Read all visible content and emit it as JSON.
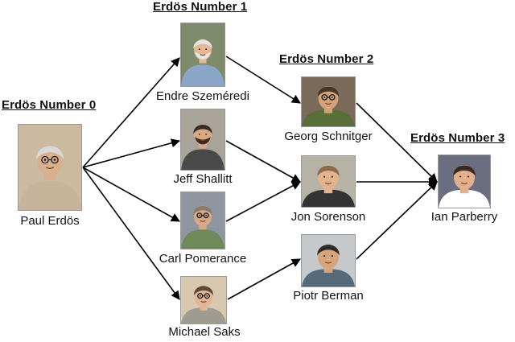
{
  "headers": {
    "n0": "Erdös Number 0",
    "n1": "Erdös Number 1",
    "n2": "Erdös Number 2",
    "n3": "Erdös Number 3"
  },
  "people": {
    "erdos": "Paul Erdös",
    "szemeredi": "Endre Szeméredi",
    "shallitt": "Jeff Shallitt",
    "pomerance": "Carl Pomerance",
    "saks": "Michael Saks",
    "schnitger": "Georg Schnitger",
    "sorenson": "Jon Sorenson",
    "berman": "Piotr Berman",
    "parberry": "Ian Parberry"
  },
  "edges": [
    [
      "erdos",
      "szemeredi"
    ],
    [
      "erdos",
      "shallitt"
    ],
    [
      "erdos",
      "pomerance"
    ],
    [
      "erdos",
      "saks"
    ],
    [
      "szemeredi",
      "schnitger"
    ],
    [
      "shallitt",
      "sorenson"
    ],
    [
      "pomerance",
      "sorenson"
    ],
    [
      "saks",
      "berman"
    ],
    [
      "schnitger",
      "parberry"
    ],
    [
      "sorenson",
      "parberry"
    ],
    [
      "berman",
      "parberry"
    ]
  ]
}
